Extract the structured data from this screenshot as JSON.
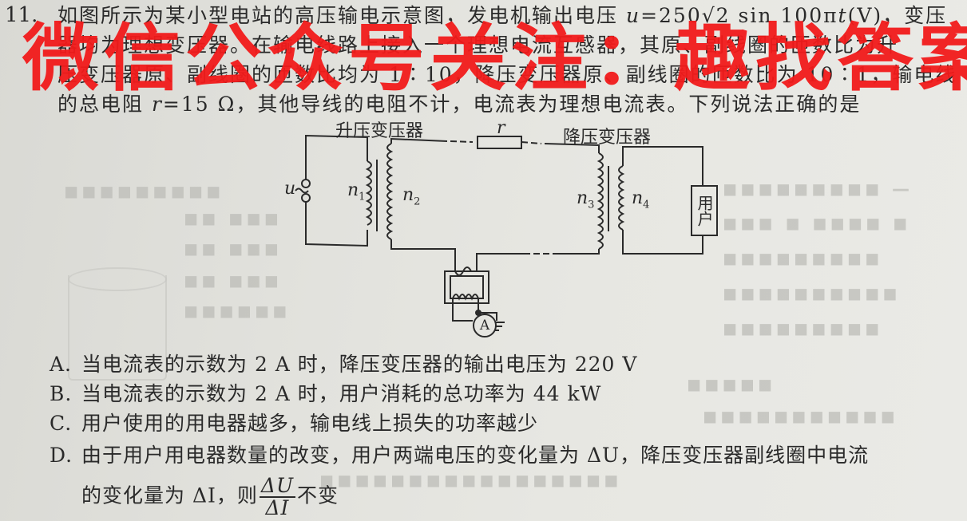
{
  "question": {
    "number": "11.",
    "stem_lines": [
      "如图所示为某小型电站的高压输电示意图，发电机输出电压 u=250√2 sin 100πt(V)，变压",
      "器均为理想变压器。在输电线路上接入一个理想电流互感器，其原、副线圈的匝数比为升",
      "压变压器原、副线圈的匝数比均为 1∶10，降压变压器原、副线圈的匝数比为 10∶1，输电线",
      "的总电阻 r=15 Ω，其他导线的电阻不计，电流表为理想电流表。下列说法正确的是"
    ],
    "stem_visible_segments": {
      "line1_a": "如图所示为某小型电站的高压输电示意图，发电机输出电压 ",
      "line1_var": "u",
      "line1_b": "=250√2 sin 100π",
      "line1_t": "t",
      "line1_c": "(V)，变压",
      "line4_a": "的总电阻 ",
      "line4_var": "r",
      "line4_b": "=15 Ω，其他导线的电阻不计，电流表为理想电流表。下列说法正确的是"
    }
  },
  "diagram": {
    "step_up_label": "升压变压器",
    "step_down_label": "降压变压器",
    "resistor_label": "r",
    "source_label": "u",
    "coil_labels": [
      {
        "name": "n",
        "sub": "1"
      },
      {
        "name": "n",
        "sub": "2"
      },
      {
        "name": "n",
        "sub": "3"
      },
      {
        "name": "n",
        "sub": "4"
      }
    ],
    "load_label": "用户",
    "ammeter_label": "A"
  },
  "options": [
    {
      "key": "A.",
      "text": "当电流表的示数为 2 A 时，降压变压器的输出电压为 220 V"
    },
    {
      "key": "B.",
      "text": "当电流表的示数为 2 A 时，用户消耗的总功率为 44 kW"
    },
    {
      "key": "C.",
      "text": "用户使用的用电器越多，输电线上损失的功率越少"
    },
    {
      "key": "D.",
      "text": "由于用户用电器数量的改变，用户两端电压的变化量为 ΔU，降压变压器副线圈中电流",
      "continuation_before": "的变化量为 ΔI，则",
      "fraction_num": "ΔU",
      "fraction_den": "ΔI",
      "continuation_after": "不变"
    }
  ],
  "watermark": {
    "text": "微信公众号关注：趣找答案",
    "color": "#f21b1b"
  },
  "bleed_through": {
    "right_lines": [
      "共6分，选对但不全的得3分，有选错的得0分。",
      "一",
      "，右侧有一个",
      "上",
      "为最",
      "安装"
    ],
    "left_lines": [
      "分，共",
      "题目要求。"
    ]
  }
}
